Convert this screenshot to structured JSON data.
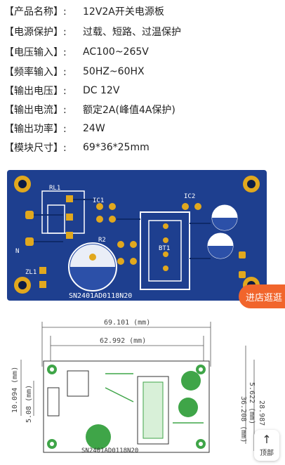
{
  "specs": [
    {
      "label": "【产品名称】:",
      "value": "12V2A开关电源板"
    },
    {
      "label": "【电源保护】:",
      "value": "过载、短路、过温保护"
    },
    {
      "label": "【电压输入】:",
      "value": "AC100~265V"
    },
    {
      "label": "【频率输入】:",
      "value": "50HZ~60HX"
    },
    {
      "label": "【输出电压】:",
      "value": "DC 12V"
    },
    {
      "label": "【输出电流】:",
      "value": "额定2A(峰值4A保护)"
    },
    {
      "label": "【输出功率】:",
      "value": "24W"
    },
    {
      "label": "【模块尺寸】:",
      "value": "69*36*25mm"
    }
  ],
  "board": {
    "silk_code": "SN2401AD0118N20",
    "bt1": "BT1",
    "rl1": "RL1",
    "ic1": "IC1",
    "ic2": "IC2",
    "zl1": "ZL1",
    "r2": "R2",
    "n": "N"
  },
  "drawing": {
    "dim_total": "69.101 (mm)",
    "dim_holes": "62.992 (mm)",
    "dim_left_a": "10.094 (mm)",
    "dim_left_b": "5.08 (mm)",
    "dim_right_a": "5.622 (mm)",
    "dim_right_b": "36.208 (mm)",
    "dim_right_c": "28.987 (mm)",
    "silk_code": "SN2401AD0118N20"
  },
  "colors": {
    "board_blue": "#1e3f8f",
    "pad_gold": "#e1a81e",
    "accent": "#f1652c"
  },
  "shop_button": "进店逛逛",
  "top_button": {
    "icon": "arrow-up-icon",
    "label": "顶部"
  }
}
